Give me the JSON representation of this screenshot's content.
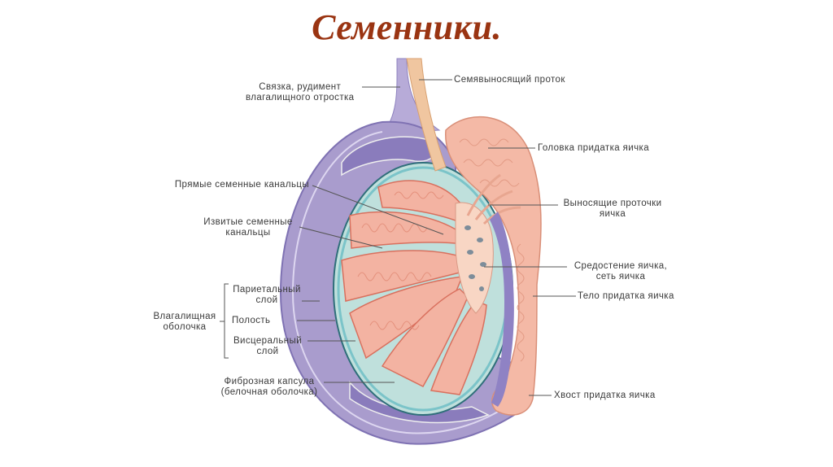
{
  "title": "Семенники.",
  "colors": {
    "title": "#9a3412",
    "tunica_vaginalis": "#a99ccd",
    "tunica_vaginalis_dark": "#8678b8",
    "tunica_albuginea": "#bfe0dc",
    "tunica_albuginea_edge": "#3a9aa8",
    "tubules": "#f3b3a2",
    "tubules_edge": "#d9705e",
    "epididymis": "#f4b9a6",
    "vas_deferens": "#f0c6a0",
    "leader_line": "#555555",
    "label_text": "#3a3a3a"
  },
  "labels": {
    "ligament": [
      "Связка, рудимент",
      "влагалищного отростка"
    ],
    "vas_deferens": "Семявыносящий проток",
    "epididymis_head": "Головка придатка яичка",
    "straight_tubules": "Прямые семенные канальцы",
    "efferent_ducts": [
      "Выносящие проточки",
      "яичка"
    ],
    "convoluted_tubules": [
      "Извитые семенные",
      "канальцы"
    ],
    "mediastinum": [
      "Средостение яичка,",
      "сеть яичка"
    ],
    "epididymis_body": "Тело придатка яичка",
    "tunica_vaginalis": [
      "Влагалищная",
      "оболочка"
    ],
    "parietal_layer": [
      "Париетальный",
      "слой"
    ],
    "cavity": "Полость",
    "visceral_layer": [
      "Висцеральный",
      "слой"
    ],
    "fibrous_capsule": [
      "Фиброзная капсула",
      "(белочная оболочка)"
    ],
    "epididymis_tail": "Хвост придатка яичка"
  }
}
